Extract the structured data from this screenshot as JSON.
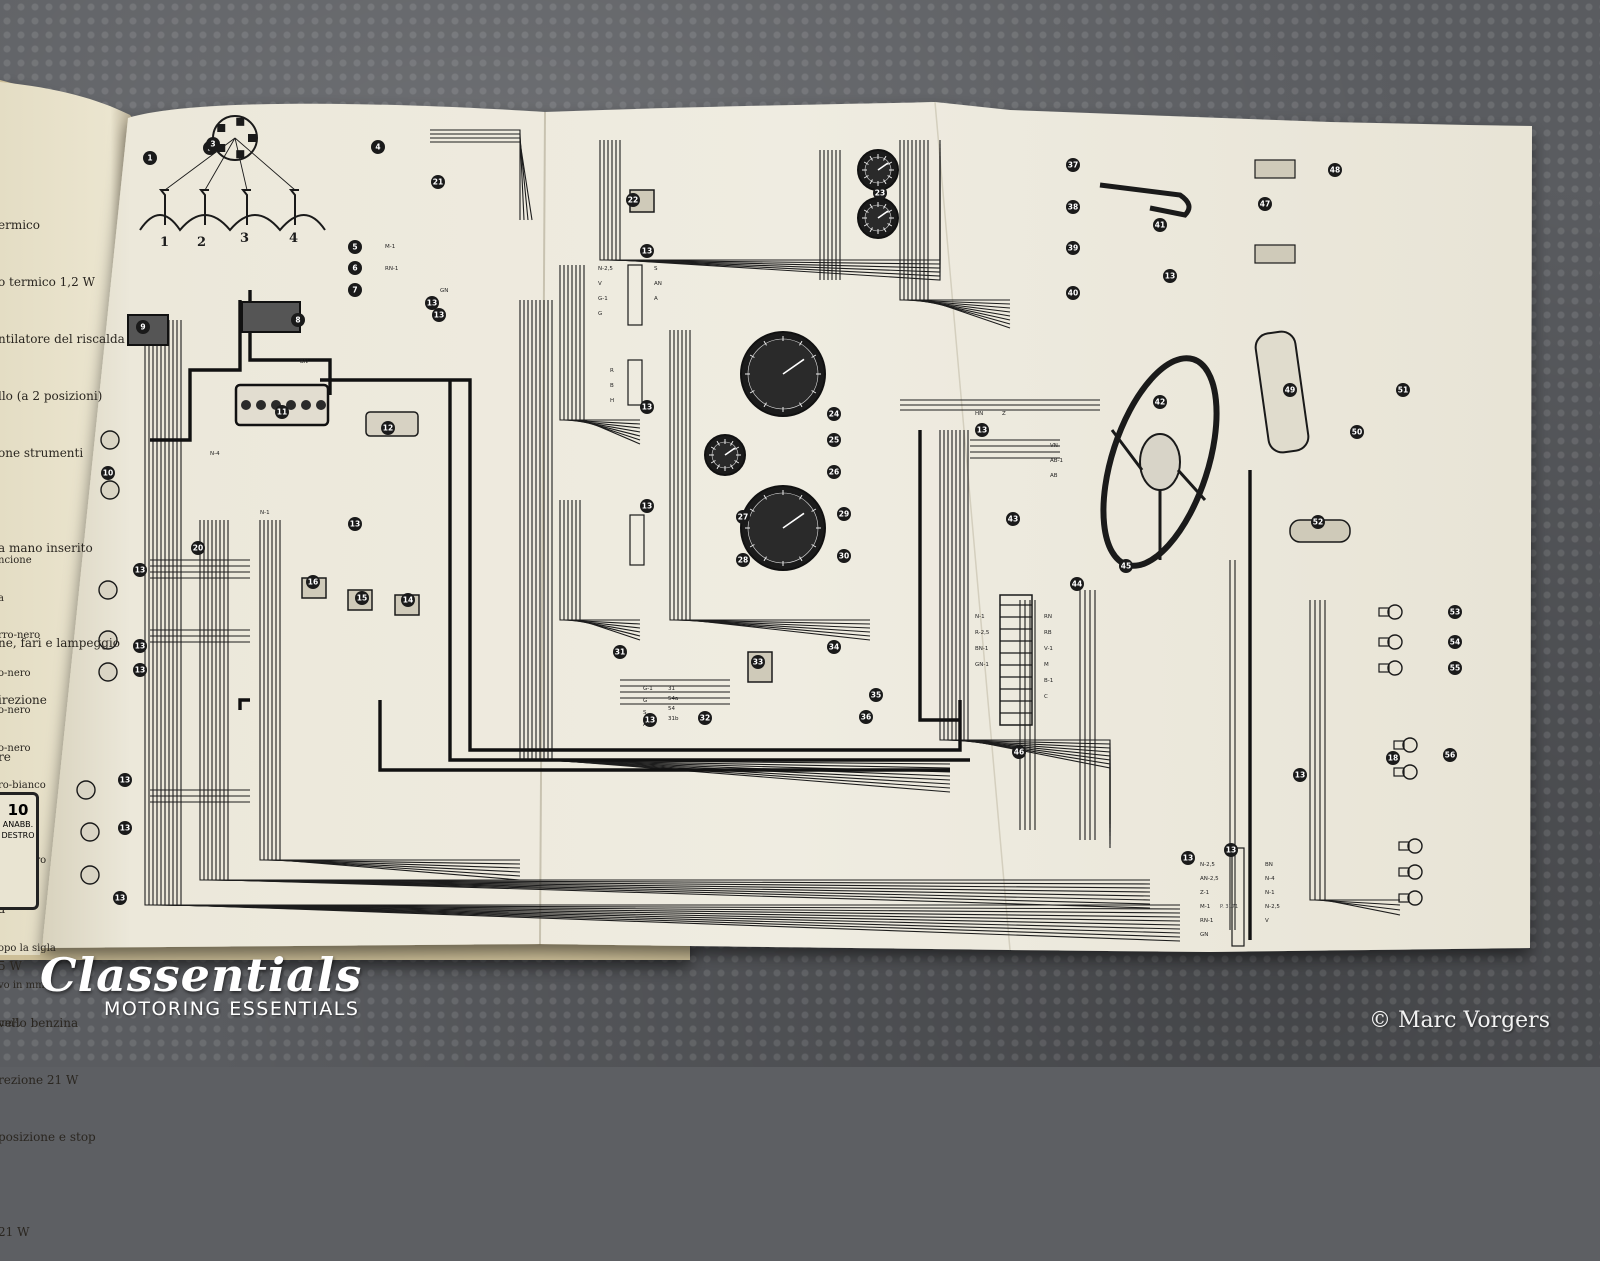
{
  "brand": {
    "logo_text": "Classentials",
    "tagline": "MOTORING ESSENTIALS"
  },
  "copyright": "© Marc Vorgers",
  "left_page": {
    "legend_lines": [
      "ermico",
      "o termico 1,2 W",
      "ntilatore del riscalda",
      "llo (a 2 posizioni)",
      "one strumenti",
      "",
      "a mano inserito",
      "",
      "ne, fari e lampeggio",
      "irezione",
      "re",
      "W",
      "",
      "a",
      "5 W",
      "vello benzina",
      "rezione 21 W",
      "posizione e stop",
      "",
      "21 W"
    ],
    "legend_lines_lower": [
      "ncione",
      "a",
      "rro-nero",
      "o-nero",
      "o-nero",
      "o-nero",
      "ro-bianco",
      "-nero",
      "ione-nero",
      "",
      "",
      "opo la sigla",
      "vo in mm",
      "nm²."
    ],
    "box_number": "10",
    "box_label_1": "ANABB.",
    "box_label_2": "DESTRO"
  },
  "diagram": {
    "distributor_cylinders": [
      "1",
      "2",
      "3",
      "4"
    ],
    "component_numbers": [
      "1",
      "2",
      "3",
      "4",
      "5",
      "6",
      "7",
      "8",
      "9",
      "10",
      "11",
      "12",
      "13",
      "14",
      "15",
      "16",
      "18",
      "20",
      "21",
      "22",
      "23",
      "24",
      "25",
      "26",
      "27",
      "28",
      "29",
      "30",
      "31",
      "32",
      "33",
      "34",
      "35",
      "36",
      "37",
      "38",
      "39",
      "40",
      "41",
      "42",
      "43",
      "44",
      "45",
      "46",
      "47",
      "48",
      "49",
      "50",
      "51",
      "52",
      "53",
      "54",
      "55",
      "56"
    ],
    "wire_codes": [
      "M-1",
      "RN-1",
      "GN",
      "BN",
      "N-4",
      "N-1",
      "N-2,5",
      "V",
      "G-1",
      "G",
      "S",
      "AN",
      "A",
      "R",
      "B",
      "H",
      "HN",
      "Z",
      "VN",
      "AB-1",
      "AB",
      "N-1",
      "R-2,5",
      "BN-1",
      "GN-1",
      "RN",
      "RB",
      "V-1",
      "M",
      "B-1",
      "C",
      "N-2,5",
      "AN-2,5",
      "Z-1"
    ],
    "connector_labels_32": [
      "31",
      "54a",
      "54",
      "31b"
    ],
    "footer_code": "P. 3171"
  }
}
